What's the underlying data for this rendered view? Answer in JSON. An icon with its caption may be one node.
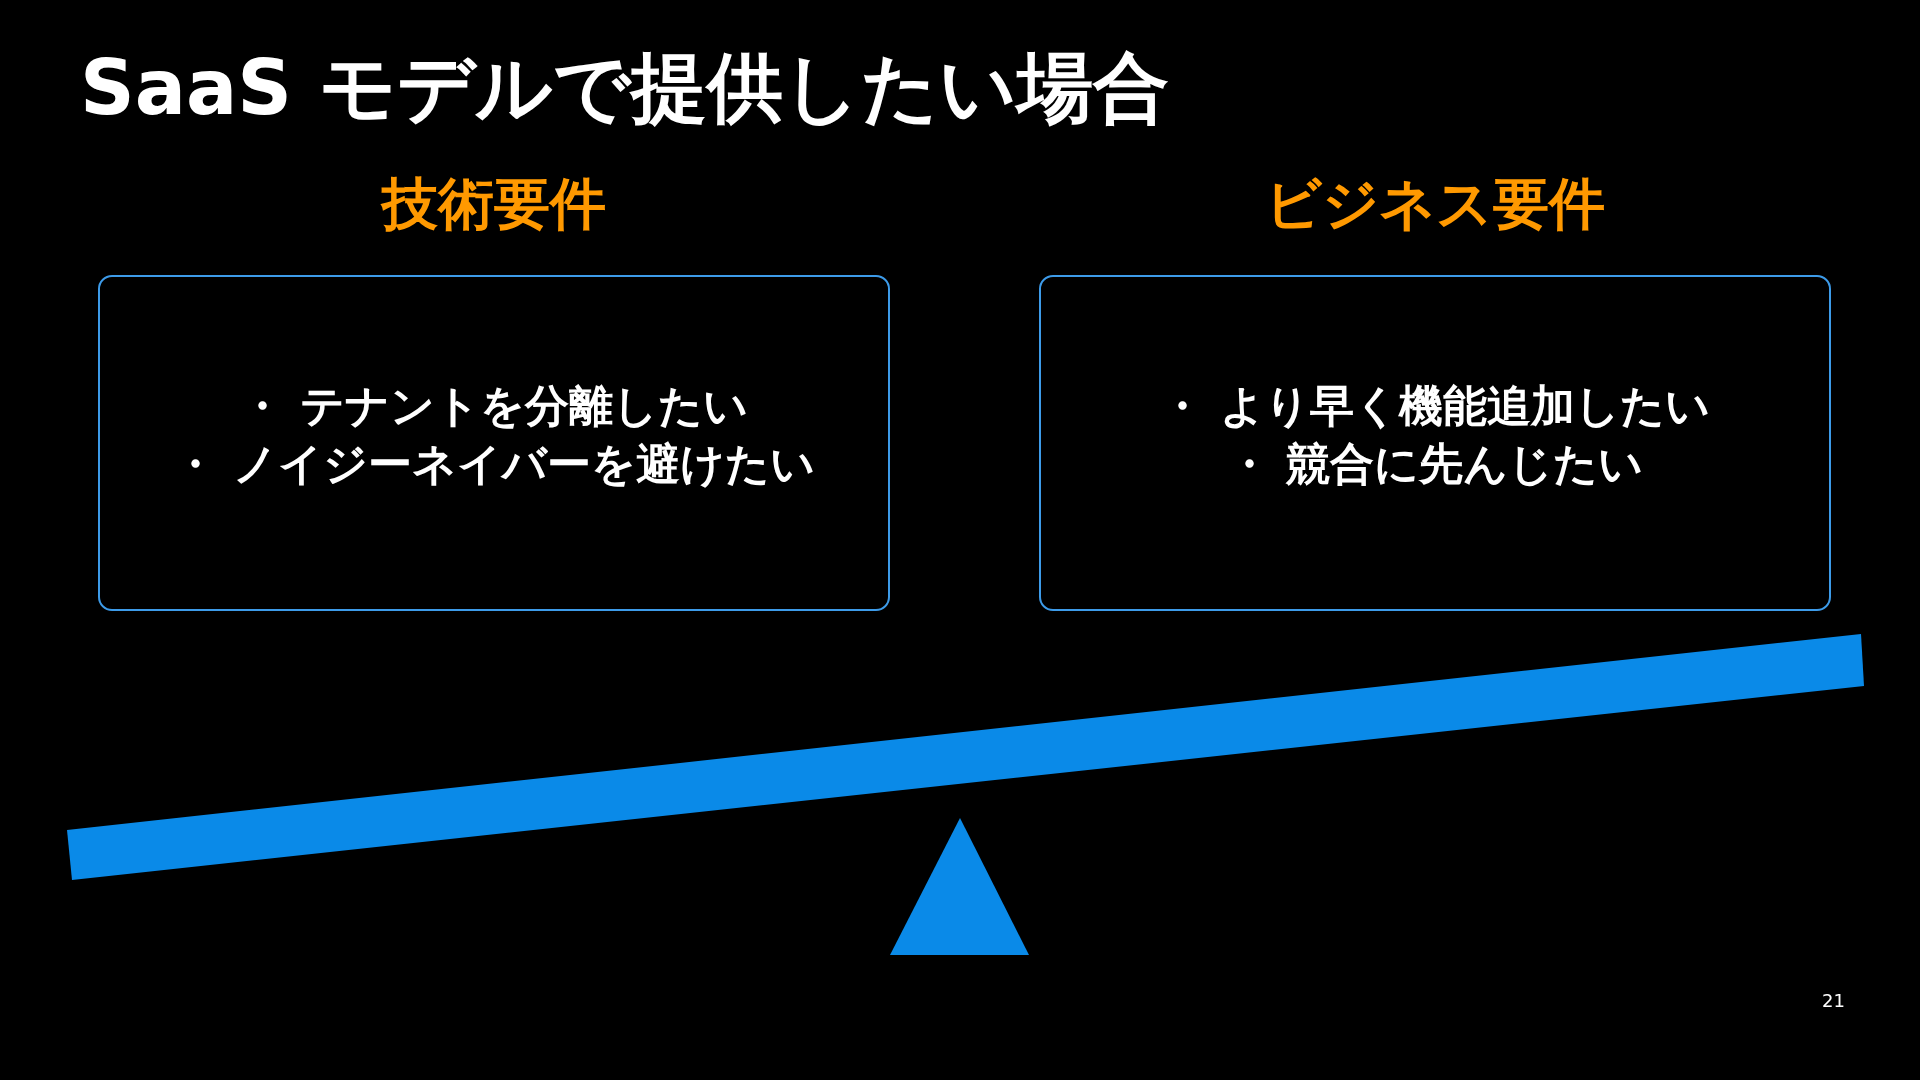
{
  "diagram": {
    "title": "SaaS モデルで提供したい場合",
    "nodes": [
      {
        "text": [
          "技術要件",
          "・ テナントを分離したい",
          "・ ノイジーネイバーを避けたい"
        ]
      },
      {
        "text": [
          "ビジネス要件",
          "・ より早く機能追加したい",
          "・ 競合に先んじたい"
        ]
      }
    ],
    "edges": [],
    "labels": [
      "21"
    ]
  }
}
